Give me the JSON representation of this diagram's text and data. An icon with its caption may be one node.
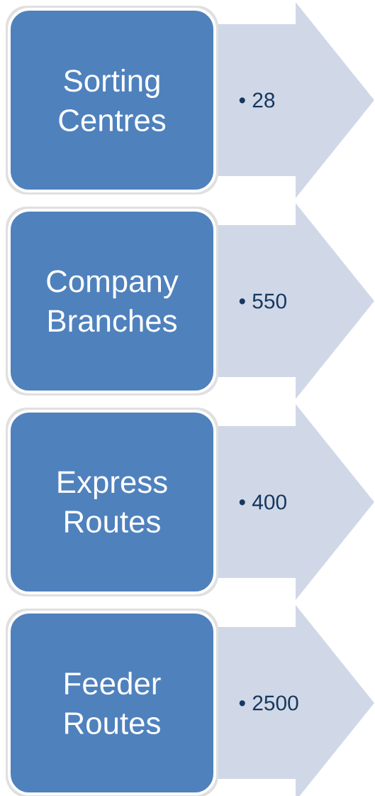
{
  "diagram": {
    "nodes": [
      {
        "text": [
          "Sorting Centres"
        ]
      },
      {
        "text": [
          "• 28"
        ]
      },
      {
        "text": [
          "Company Branches"
        ]
      },
      {
        "text": [
          "• 550"
        ]
      },
      {
        "text": [
          "Express Routes"
        ]
      },
      {
        "text": [
          "• 400"
        ]
      },
      {
        "text": [
          "Feeder Routes"
        ]
      },
      {
        "text": [
          "• 2500"
        ]
      }
    ]
  }
}
